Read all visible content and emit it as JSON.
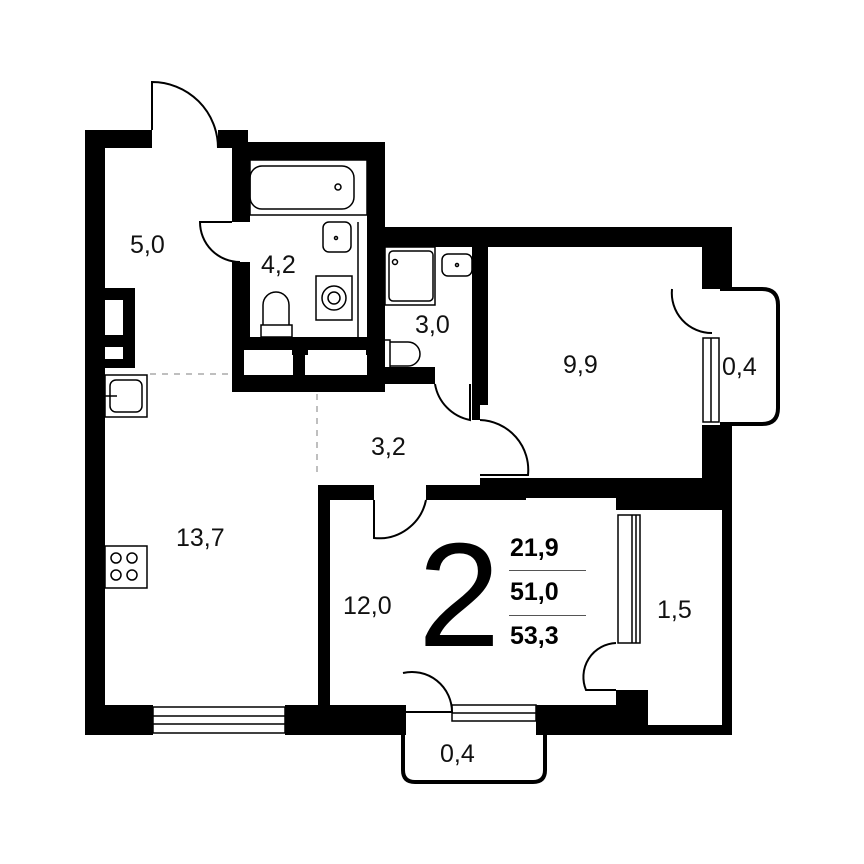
{
  "plan": {
    "room_count": "2",
    "areas": {
      "living": "21,9",
      "total": "51,0",
      "total_with_balconies": "53,3"
    },
    "rooms": [
      {
        "id": "hallway",
        "area": "5,0"
      },
      {
        "id": "bathroom",
        "area": "4,2"
      },
      {
        "id": "wc",
        "area": "3,0"
      },
      {
        "id": "bedroom",
        "area": "9,9"
      },
      {
        "id": "balcony-east",
        "area": "0,4"
      },
      {
        "id": "corridor",
        "area": "3,2"
      },
      {
        "id": "kitchen-living",
        "area": "13,7"
      },
      {
        "id": "bedroom-2",
        "area": "12,0"
      },
      {
        "id": "loggia",
        "area": "1,5"
      },
      {
        "id": "balcony-south",
        "area": "0,4"
      }
    ]
  }
}
